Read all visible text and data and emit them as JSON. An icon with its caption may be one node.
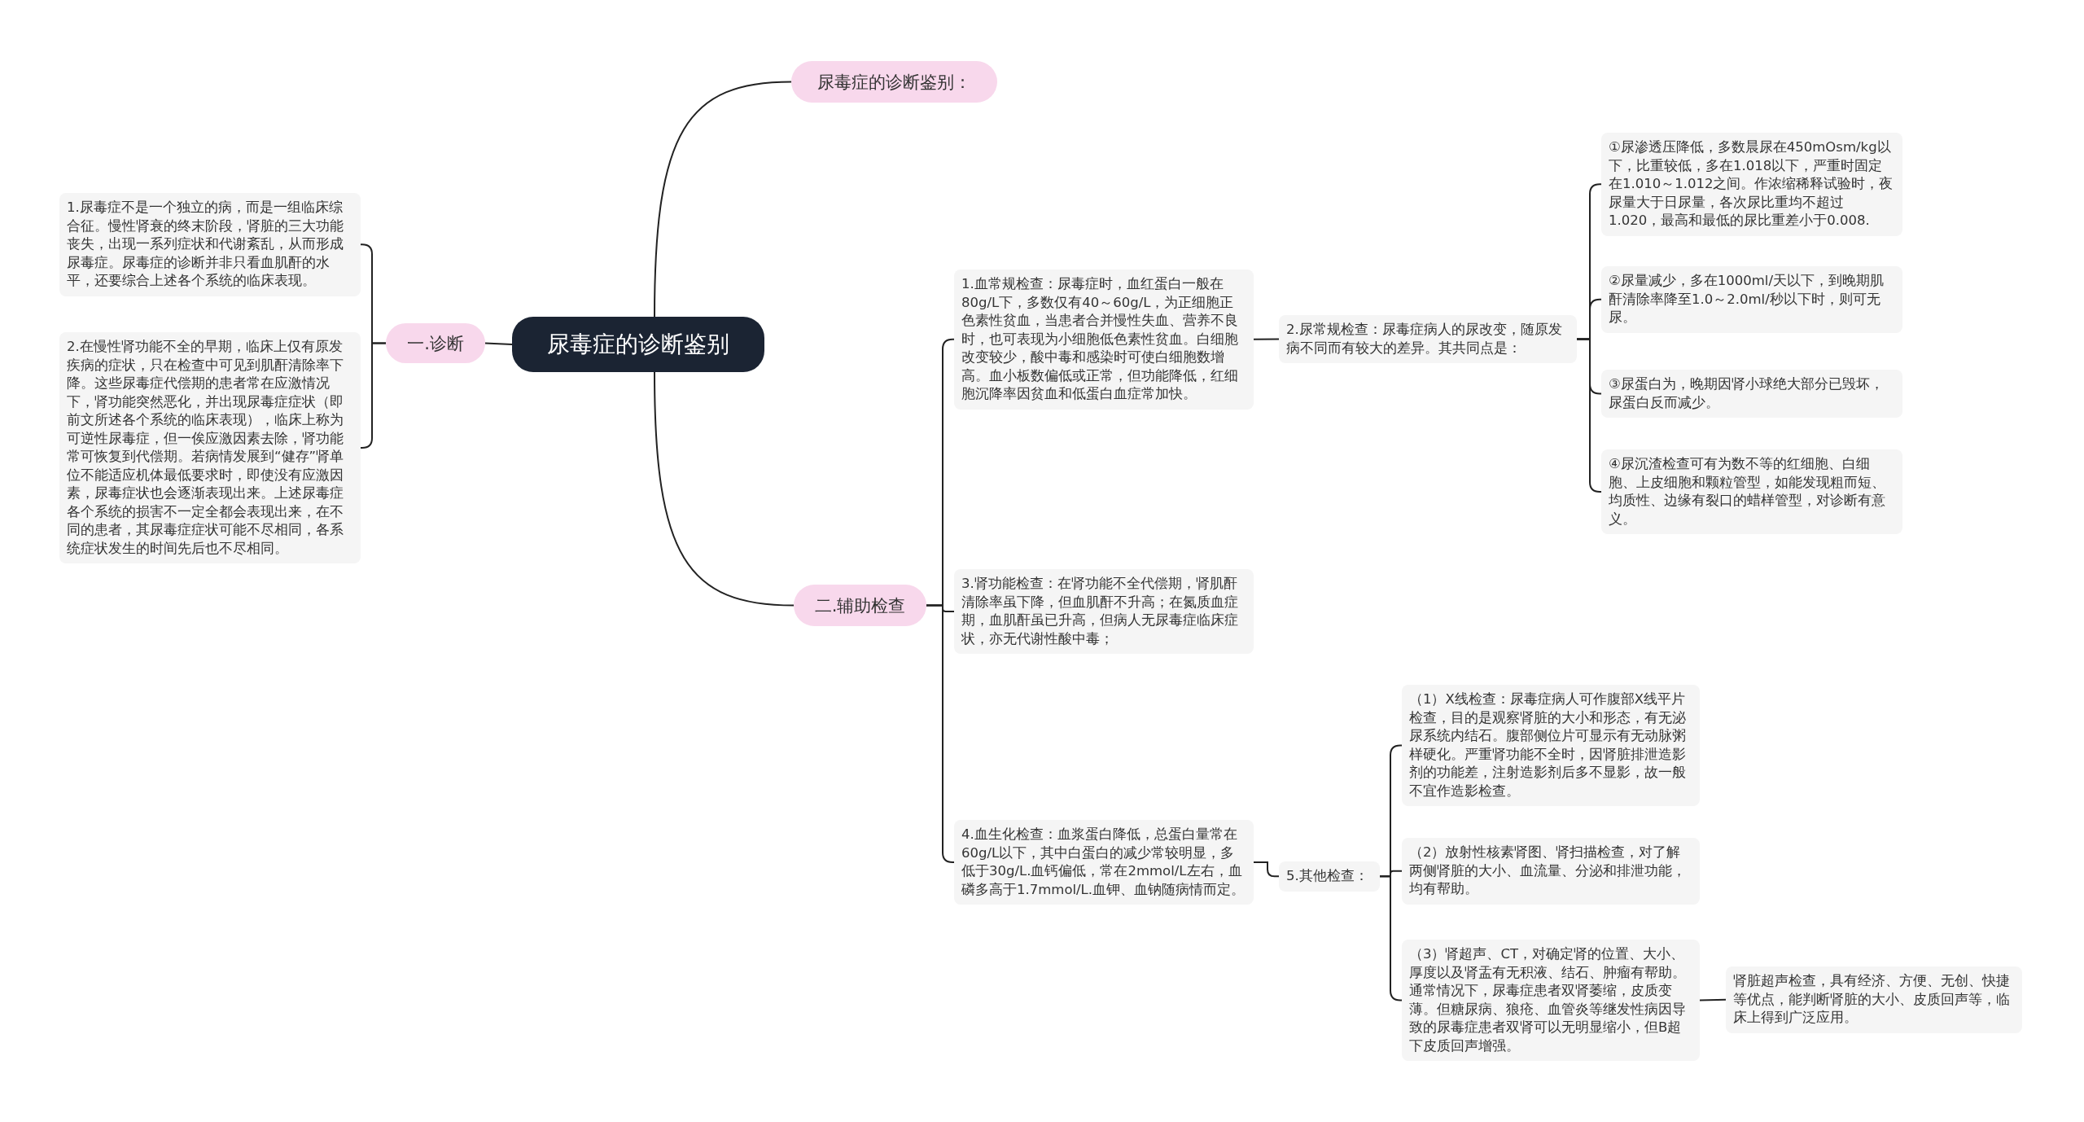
{
  "diagram": {
    "nodes": [
      {
        "text": [
          "尿毒症的诊断鉴别"
        ]
      },
      {
        "text": [
          "尿毒症的诊断鉴别："
        ]
      },
      {
        "text": [
          "一.诊断"
        ]
      },
      {
        "text": [
          "1.尿毒症不是一个独立的病，而是一组临床综合征。慢性肾衰的终末阶段，肾脏的三大功能丧失，出现一系列症状和代谢紊乱，从而形成尿毒症。尿毒症的诊断并非只看血肌酐的水平，还要综合上述各个系统的临床表现。"
        ]
      },
      {
        "text": [
          "2.在慢性肾功能不全的早期，临床上仅有原发疾病的症状，只在检查中可见到肌酐清除率下降。这些尿毒症代偿期的患者常在应激情况下，肾功能突然恶化，并出现尿毒症症状（即前文所述各个系统的临床表现），临床上称为可逆性尿毒症，但一俟应激因素去除，肾功能常可恢复到代偿期。若病情发展到“健存”肾单位不能适应机体最低要求时，即使没有应激因素，尿毒症状也会逐渐表现出来。上述尿毒症各个系统的损害不一定全都会表现出来，在不同的患者，其尿毒症症状可能不尽相同，各系统症状发生的时间先后也不尽相同。"
        ]
      },
      {
        "text": [
          "二.辅助检查"
        ]
      },
      {
        "text": [
          "1.血常规检查：尿毒症时，血红蛋白一般在80g/L下，多数仅有40～60g/L，为正细胞正色素性贫血，当患者合并慢性失血、营养不良时，也可表现为小细胞低色素性贫血。白细胞改变较少，酸中毒和感染时可使白细胞数增高。血小板数偏低或正常，但功能降低，红细胞沉降率因贫血和低蛋白血症常加快。"
        ]
      },
      {
        "text": [
          "2.尿常规检查：尿毒症病人的尿改变，随原发病不同而有较大的差异。其共同点是："
        ]
      },
      {
        "text": [
          "①尿渗透压降低，多数晨尿在450mOsm/kg以下，比重较低，多在1.018以下，严重时固定在1.010～1.012之间。作浓缩稀释试验时，夜尿量大于日尿量，各次尿比重均不超过1.020，最高和最低的尿比重差小于0.008."
        ]
      },
      {
        "text": [
          "②尿量减少，多在1000ml/天以下，到晚期肌酐清除率降至1.0～2.0ml/秒以下时，则可无尿。"
        ]
      },
      {
        "text": [
          "③尿蛋白为，晚期因肾小球绝大部分已毁坏，尿蛋白反而减少。"
        ]
      },
      {
        "text": [
          "④尿沉渣检查可有为数不等的红细胞、白细胞、上皮细胞和颗粒管型，如能发现粗而短、均质性、边缘有裂口的蜡样管型，对诊断有意义。"
        ]
      },
      {
        "text": [
          "3.肾功能检查：在肾功能不全代偿期，肾肌酐清除率虽下降，但血肌酐不升高；在氮质血症期，血肌酐虽已升高，但病人无尿毒症临床症状，亦无代谢性酸中毒；"
        ]
      },
      {
        "text": [
          "4.血生化检查：血浆蛋白降低，总蛋白量常在60g/L以下，其中白蛋白的减少常较明显，多低于30g/L.血钙偏低，常在2mmol/L左右，血磷多高于1.7mmol/L.血钾、血钠随病情而定。"
        ]
      },
      {
        "text": [
          "5.其他检查："
        ]
      },
      {
        "text": [
          "（1）X线检查：尿毒症病人可作腹部X线平片检查，目的是观察肾脏的大小和形态，有无泌尿系统内结石。腹部侧位片可显示有无动脉粥样硬化。严重肾功能不全时，因肾脏排泄造影剂的功能差，注射造影剂后多不显影，故一般不宜作造影检查。"
        ]
      },
      {
        "text": [
          "（2）放射性核素肾图、肾扫描检查，对了解两侧肾脏的大小、血流量、分泌和排泄功能，均有帮助。"
        ]
      },
      {
        "text": [
          "（3）肾超声、CT，对确定肾的位置、大小、厚度以及肾盂有无积液、结石、肿瘤有帮助。通常情况下，尿毒症患者双肾萎缩，皮质变薄。但糖尿病、狼疮、血管炎等继发性病因导致的尿毒症患者双肾可以无明显缩小，但B超下皮质回声增强。"
        ]
      },
      {
        "text": [
          "肾脏超声检查，具有经济、方便、无创、快捷等优点，能判断肾脏的大小、皮质回声等，临床上得到广泛应用。"
        ]
      }
    ],
    "edges": [
      {
        "from": 0,
        "to": 1,
        "arrow": "none"
      },
      {
        "from": 0,
        "to": 2,
        "arrow": "none"
      },
      {
        "from": 0,
        "to": 5,
        "arrow": "none"
      },
      {
        "from": 2,
        "to": 3,
        "arrow": "none"
      },
      {
        "from": 2,
        "to": 4,
        "arrow": "none"
      },
      {
        "from": 5,
        "to": 6,
        "arrow": "none"
      },
      {
        "from": 5,
        "to": 12,
        "arrow": "none"
      },
      {
        "from": 5,
        "to": 13,
        "arrow": "none"
      },
      {
        "from": 6,
        "to": 7,
        "arrow": "none"
      },
      {
        "from": 7,
        "to": 8,
        "arrow": "none"
      },
      {
        "from": 7,
        "to": 9,
        "arrow": "none"
      },
      {
        "from": 7,
        "to": 10,
        "arrow": "none"
      },
      {
        "from": 7,
        "to": 11,
        "arrow": "none"
      },
      {
        "from": 13,
        "to": 14,
        "arrow": "none"
      },
      {
        "from": 14,
        "to": 15,
        "arrow": "none"
      },
      {
        "from": 14,
        "to": 16,
        "arrow": "none"
      },
      {
        "from": 14,
        "to": 17,
        "arrow": "none"
      },
      {
        "from": 17,
        "to": 18,
        "arrow": "none"
      }
    ]
  }
}
